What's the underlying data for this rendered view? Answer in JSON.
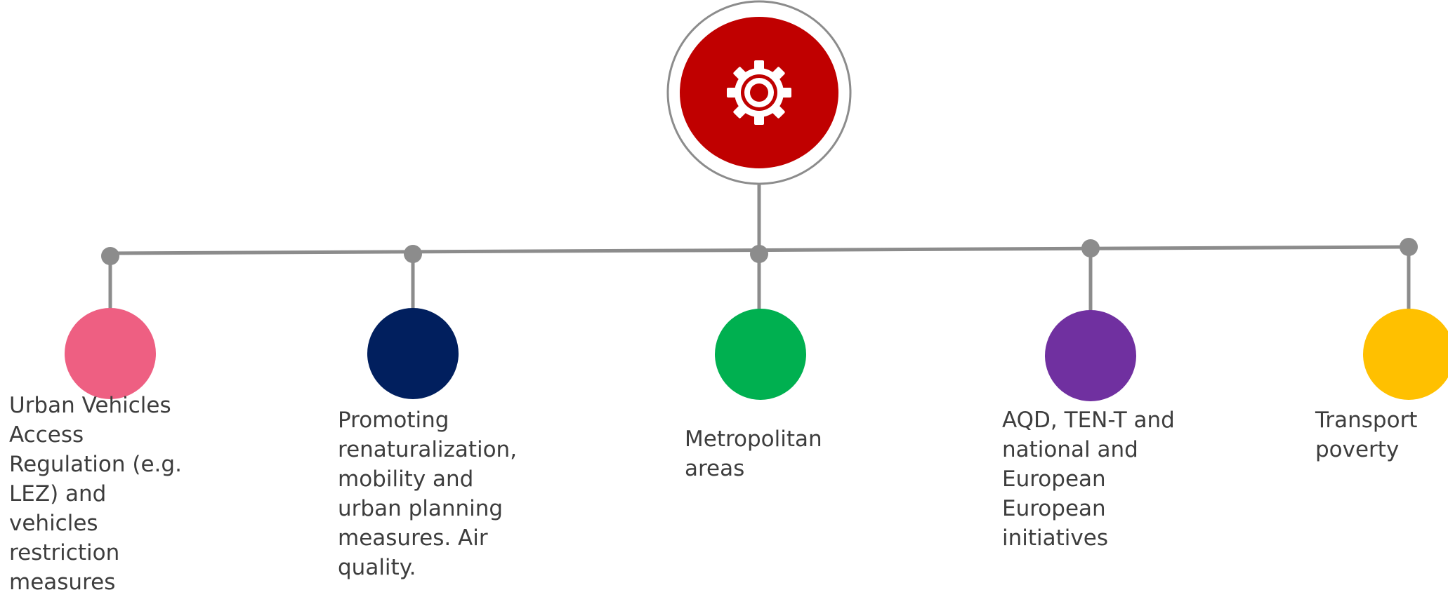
{
  "hub": {
    "icon": "gear-icon",
    "color": "#c00000",
    "ring_color": "#8c8c8c"
  },
  "connector_color": "#8c8c8c",
  "nodes": [
    {
      "label": "Urban Vehicles\nAccess\nRegulation (e.g.\nLEZ) and\nvehicles\nrestriction\nmeasures",
      "color": "#ee5f82"
    },
    {
      "label": "Promoting\nrenaturalization,\nmobility and\nurban planning\nmeasures. Air\nquality.",
      "color": "#011f5e"
    },
    {
      "label": "Metropolitan\nareas",
      "color": "#00b050"
    },
    {
      "label": "AQD, TEN-T and\nnational and\nEuropean\nEuropean\ninitiatives",
      "color": "#7030a0"
    },
    {
      "label": "Transport\npoverty",
      "color": "#ffc000"
    }
  ]
}
